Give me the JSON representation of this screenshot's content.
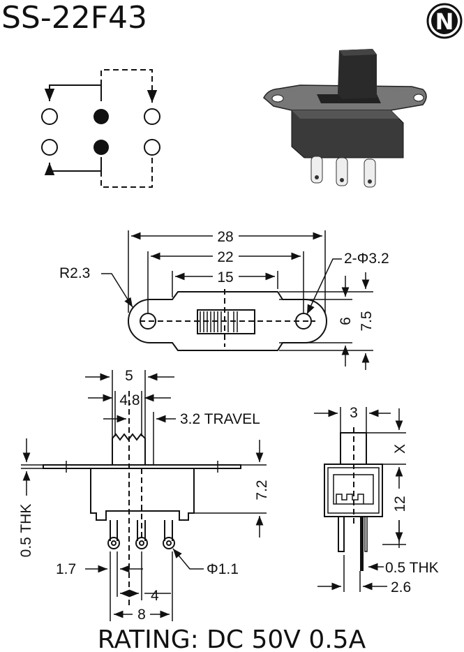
{
  "title": "SS-22F43",
  "logo_letter": "N",
  "rating": "RATING: DC 50V 0.5A",
  "top_view": {
    "overall_width": "28",
    "hole_spacing": "22",
    "body_width": "15",
    "radius": "R2.3",
    "holes": "2-Φ3.2",
    "height_inner": "6",
    "height_outer": "7.5"
  },
  "front_view": {
    "actuator_width": "5",
    "actuator_inner": "4.8",
    "travel": "3.2 TRAVEL",
    "thickness": "0.5 THK",
    "body_height": "7.2",
    "pin_pitch": "1.7",
    "pin_diameter": "Φ1.1",
    "pin_spacing": "4",
    "pin_span": "8"
  },
  "side_view": {
    "actuator_width": "3",
    "actuator_height": "X",
    "body_height": "12",
    "pin_thickness": "0.5 THK",
    "pin_offset": "2.6"
  },
  "colors": {
    "ink": "#111111",
    "background": "#ffffff"
  }
}
